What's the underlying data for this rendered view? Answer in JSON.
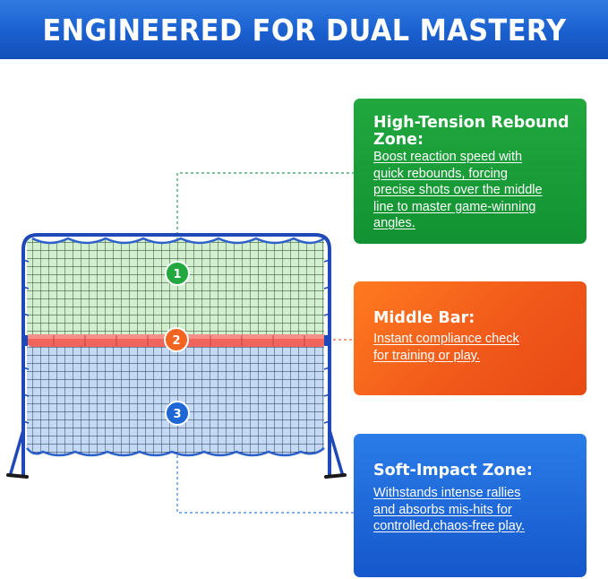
{
  "header": {
    "title": "ENGINEERED FOR DUAL MASTERY"
  },
  "badges": [
    "1",
    "2",
    "3"
  ],
  "zones": [
    {
      "title": "High-Tension Rebound Zone:",
      "description": [
        "Boost reaction speed with",
        "quick rebounds, forcing",
        "precise shots over the middle",
        "line to master game-winning",
        "angles."
      ],
      "color": "#1a9b38"
    },
    {
      "title": "Middle Bar:",
      "description": [
        "Instant compliance check",
        "for training or play."
      ],
      "color": "#f26420"
    },
    {
      "title": "Soft-Impact Zone:",
      "description": [
        "Withstands intense rallies",
        "and absorbs mis-hits for",
        "controlled,chaos-free play."
      ],
      "color": "#1f66d6"
    }
  ],
  "icons": [
    "rebounder-net-image",
    "green-zone-badge-icon",
    "orange-bar-badge-icon",
    "blue-zone-badge-icon"
  ]
}
